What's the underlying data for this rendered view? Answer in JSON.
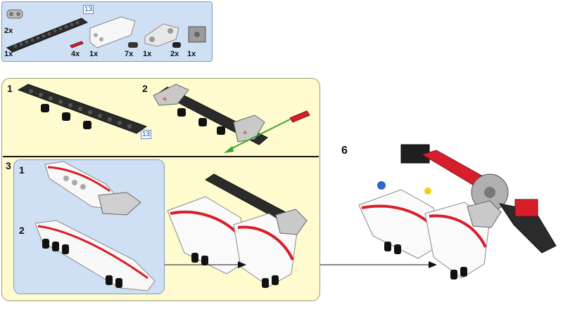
{
  "parts_list": {
    "items": [
      {
        "qty": "2x",
        "icon": "connector-pin-icon"
      },
      {
        "qty": "1x",
        "icon": "beam-13-icon",
        "length": "13"
      },
      {
        "qty": "4x",
        "icon": "red-axle-icon"
      },
      {
        "qty": "1x",
        "icon": "white-panel-icon"
      },
      {
        "qty": "7x",
        "icon": "black-pin-icon"
      },
      {
        "qty": "1x",
        "icon": "angle-connector-icon"
      },
      {
        "qty": "2x",
        "icon": "black-bush-icon"
      },
      {
        "qty": "1x",
        "icon": "cross-block-icon"
      }
    ]
  },
  "substeps": {
    "step1": {
      "number": "1",
      "beam_length": "13"
    },
    "step2": {
      "number": "2"
    },
    "step3": {
      "number": "3",
      "inner": [
        {
          "number": "1"
        },
        {
          "number": "2"
        }
      ]
    }
  },
  "main_step": {
    "number": "6"
  },
  "colors": {
    "parts_bg": "#cfe0f5",
    "substep_bg": "#fffbcf",
    "accent_red": "#d81e2a",
    "insert_arrow": "#3aa62d"
  }
}
